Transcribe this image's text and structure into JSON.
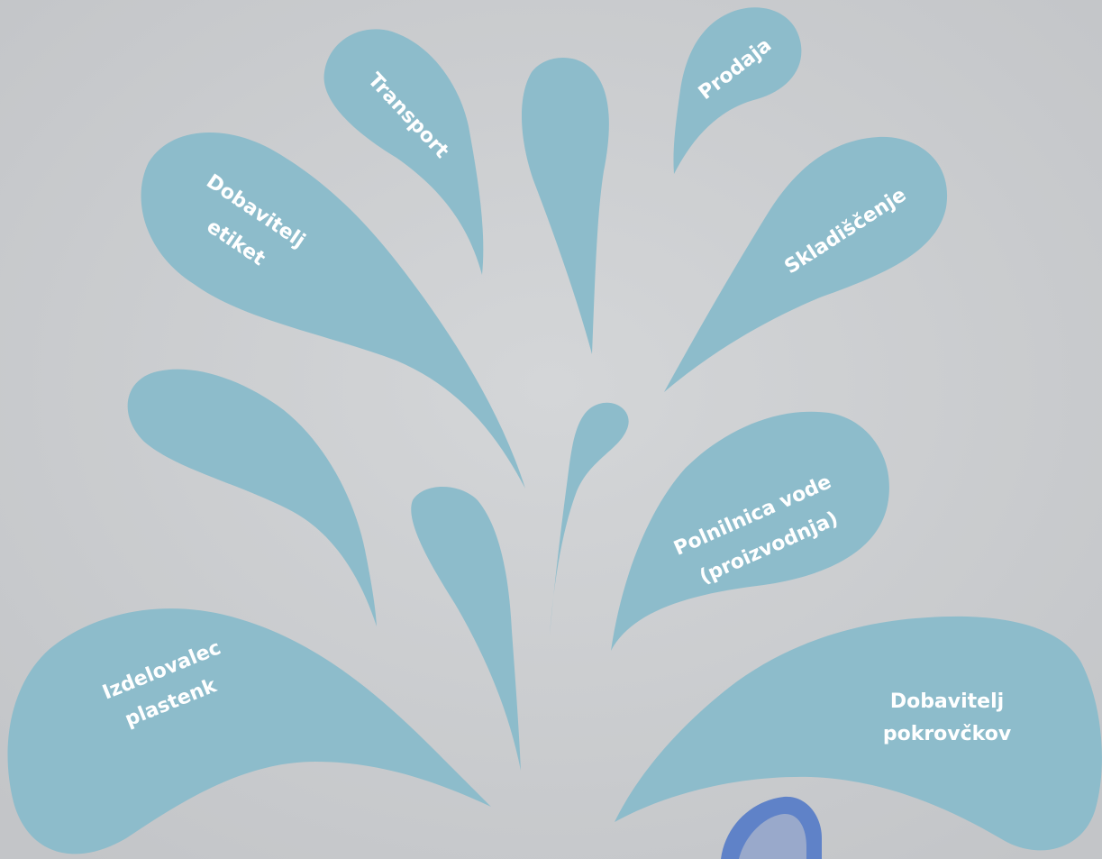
{
  "diagram": {
    "background_color": "#c9cbcd",
    "drop_color": "#8dbccb",
    "nozzle_color": "#5f82c8",
    "labels": {
      "transport": "Transport",
      "prodaja": "Prodaja",
      "dobavitelj_etiket_1": "Dobavitelj",
      "dobavitelj_etiket_2": "etiket",
      "skladiscenje": "Skladiščenje",
      "polnilnica_1": "Polnilnica vode",
      "polnilnica_2": "(proizvodnja)",
      "izdelovalec_1": "Izdelovalec",
      "izdelovalec_2": "plastenk",
      "pokrovckov_1": "Dobavitelj",
      "pokrovckov_2": "pokrovčkov"
    }
  }
}
